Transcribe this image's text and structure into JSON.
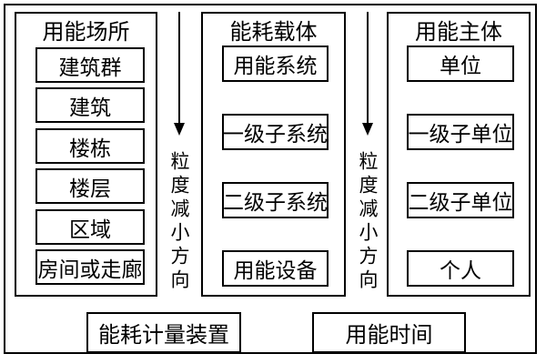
{
  "columns": [
    {
      "title": "用能场所",
      "items": [
        "建筑群",
        "建筑",
        "楼栋",
        "楼层",
        "区域",
        "房间或走廊"
      ]
    },
    {
      "title": "能耗载体",
      "items": [
        "用能系统",
        "一级子系统",
        "二级子系统",
        "用能设备"
      ]
    },
    {
      "title": "用能主体",
      "items": [
        "单位",
        "一级子单位",
        "二级子单位",
        "个人"
      ]
    }
  ],
  "arrows": [
    {
      "label": "粒度减小方向"
    },
    {
      "label": "粒度减小方向"
    }
  ],
  "footer": {
    "left_box": "能耗计量装置",
    "right_box": "用能时间"
  },
  "colors": {
    "line": "#000000",
    "background": "#ffffff",
    "text": "#000000"
  }
}
